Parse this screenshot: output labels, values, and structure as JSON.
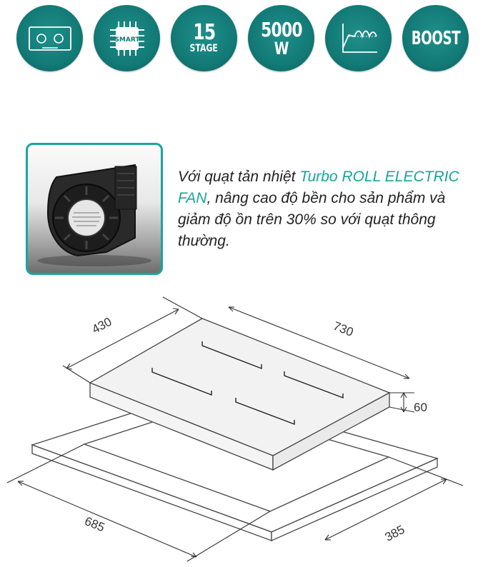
{
  "feature_icons": [
    {
      "name": "dual-zone-hob-icon"
    },
    {
      "name": "smart-chip-icon",
      "label": "SMART"
    },
    {
      "line1": "15",
      "line2": "STAGE"
    },
    {
      "line1": "5000",
      "line2": "W"
    },
    {
      "name": "heat-curve-icon"
    },
    {
      "label": "BOOST"
    }
  ],
  "fan": {
    "description_prefix": "Với quạt tản nhiệt ",
    "description_highlight": "Turbo ROLL ELECTRIC FAN",
    "description_suffix": ", nâng cao độ bền cho sản phẩm và giảm độ ồn trên 30% so với quạt thông thường.",
    "highlight_color": "#16a59d"
  },
  "dimensions": {
    "depth": "430",
    "width": "730",
    "height": "60",
    "cutout_width": "685",
    "cutout_depth": "385"
  },
  "colors": {
    "accent": "#137a76",
    "frame": "#1aa5a0"
  }
}
